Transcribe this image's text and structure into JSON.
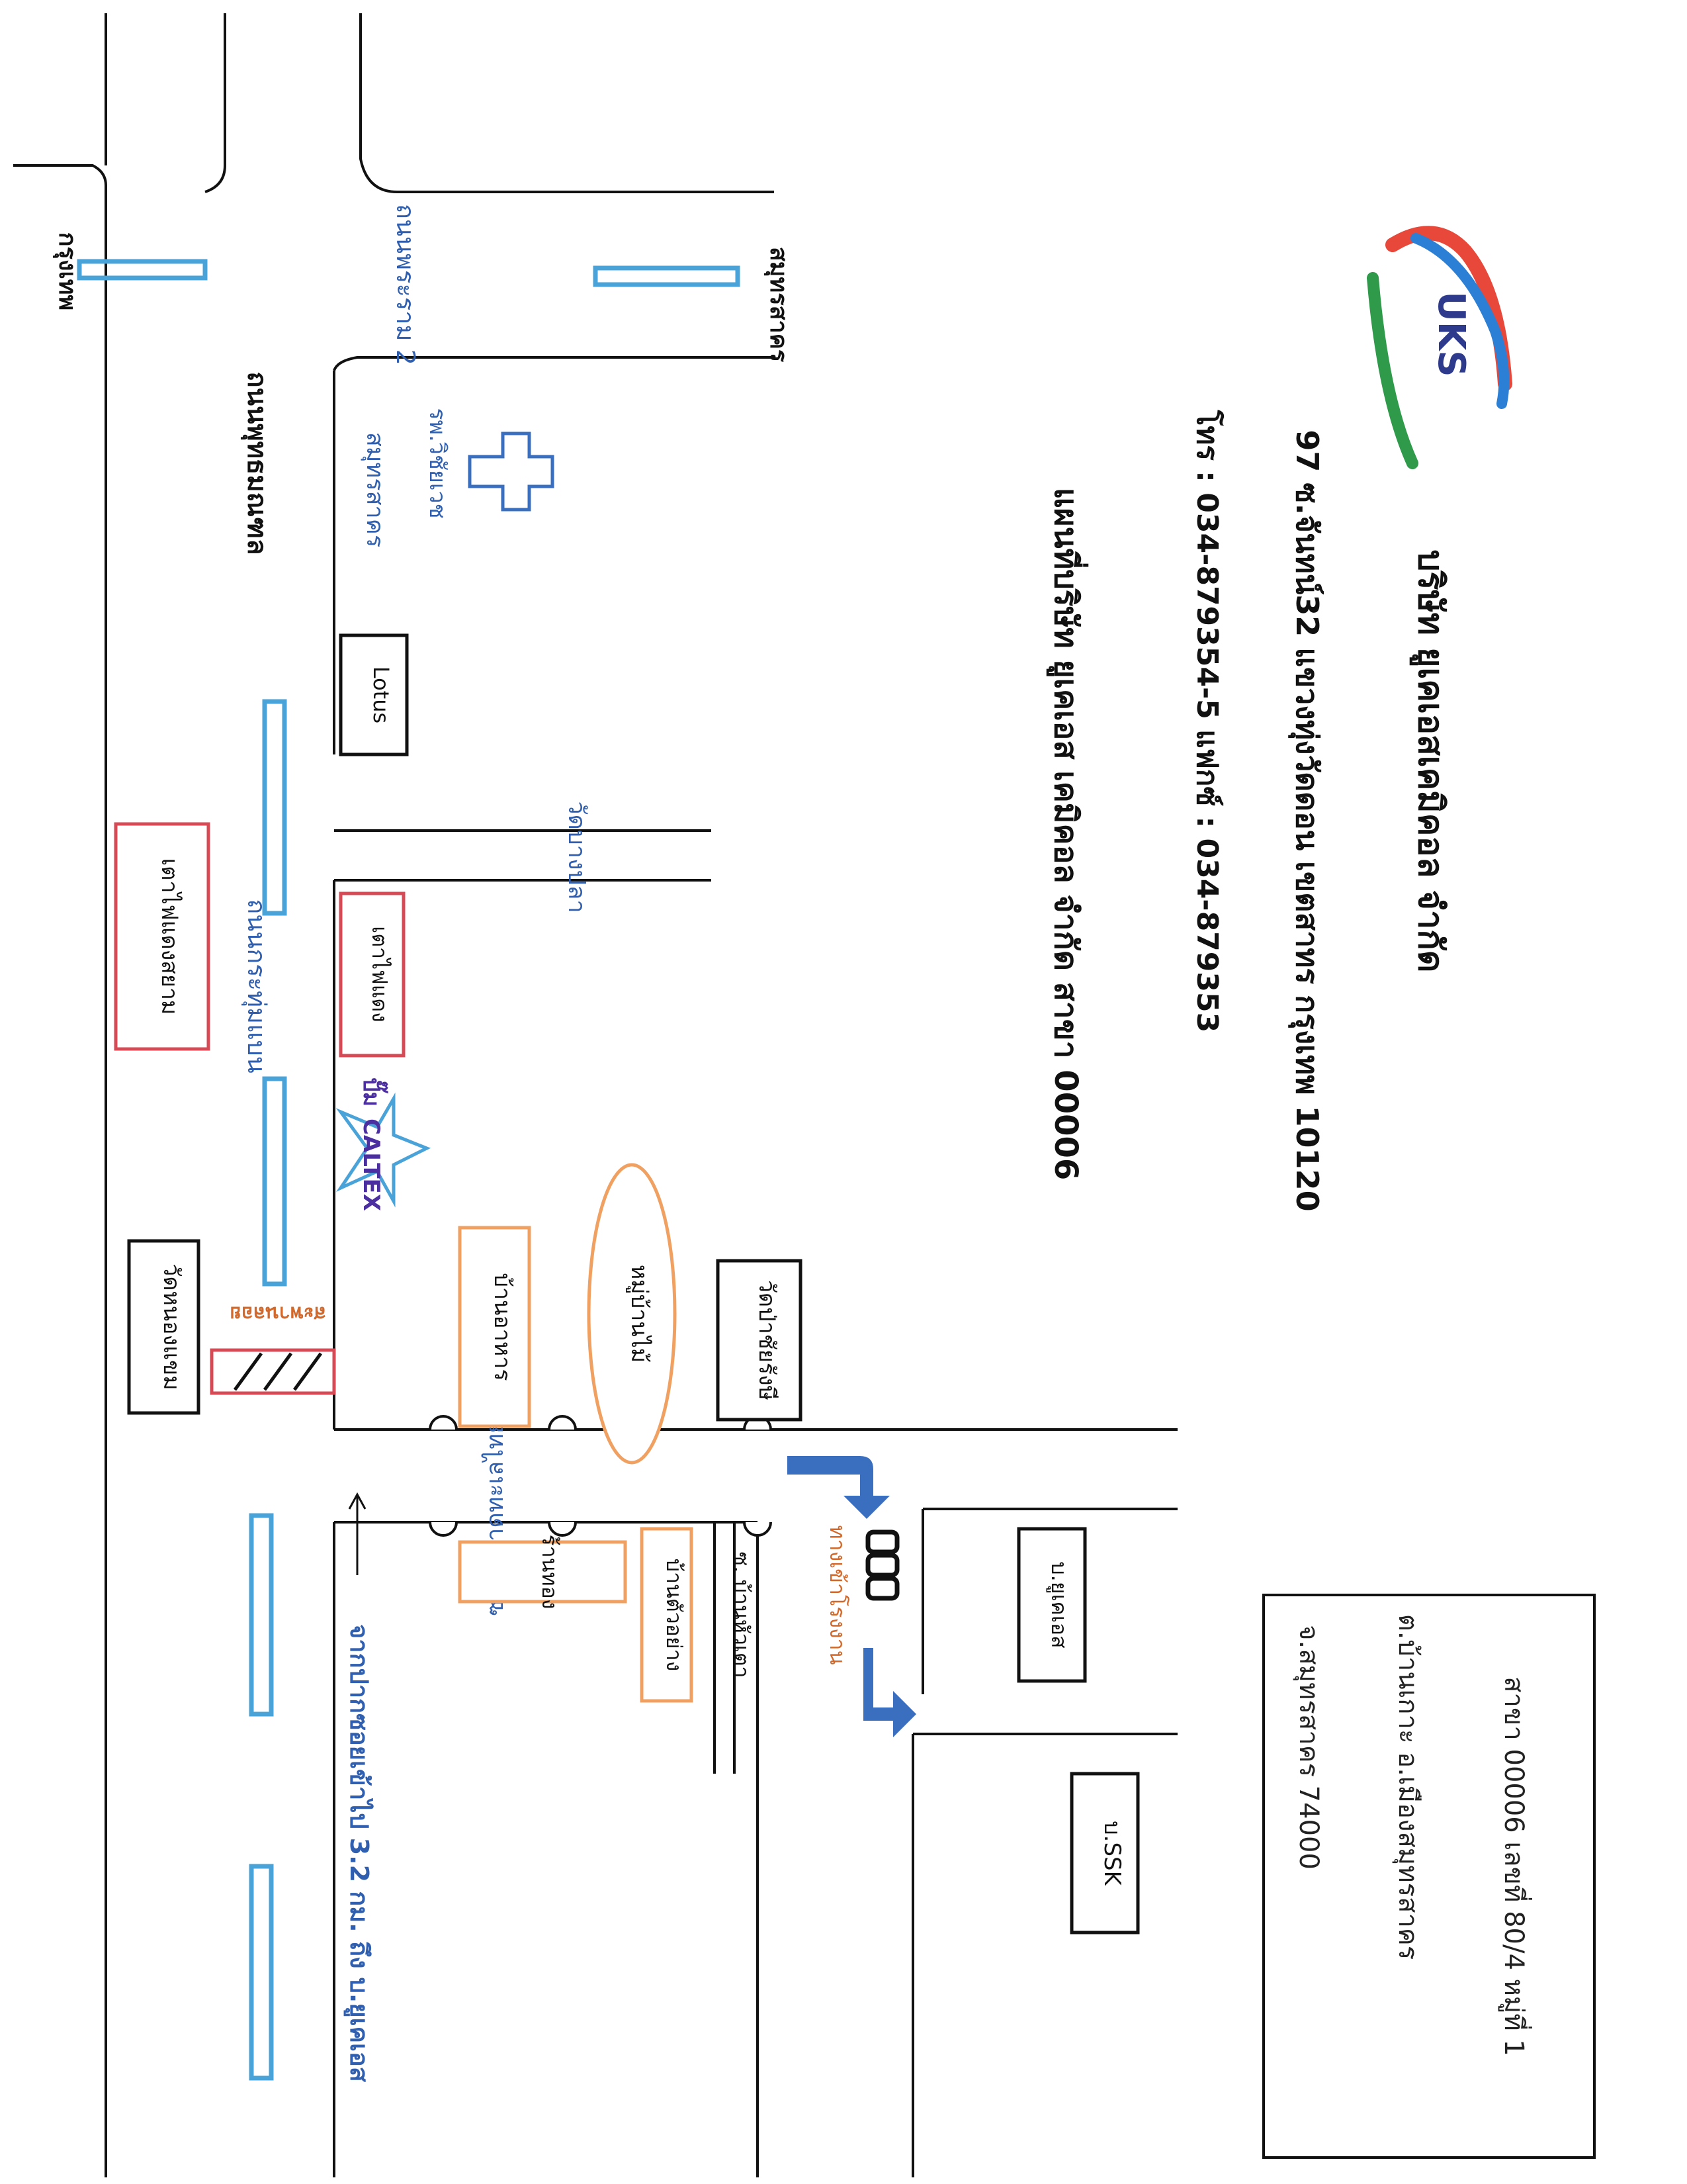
{
  "company": {
    "logo_text": "UKS",
    "name": "บริษัท ยูเคเอสเคมิคอล จำกัด",
    "address": "97 ซ.จันทน์32 แขวงทุ่งวัดดอน เขตสาทร กรุงเทพ 10120",
    "phone_fax": "โทร : 034-879354-5   แฟกซ์ : 034-879353",
    "map_title": "แผนที่บริษัท ยูเคเอส เคมิคอล จำกัด  สาขา 00006"
  },
  "branch_box": {
    "line1": "สาขา  00006  เลขที่ 80/4    หมู่ที่ 1",
    "line2": "ต.บ้านเกาะ  อ.เมืองสมุทรสาคร",
    "line3": "จ.สมุทรสาคร  74000"
  },
  "roads": {
    "krungthep": "กรุงเทพ",
    "samut_sakhon_top": "สมุทรสาคร",
    "rama2_road": "ถนนพระราม 2",
    "phuttha_road": "ถนนพุทธมณฑล",
    "samutsakhon_label": "สมุทรสาคร",
    "kratumban_road": "ถนนกระทุ่มแบน",
    "soi_name": "ซอยตลาดทะเลไทย-พันธ์สัย",
    "wat_bang_soi": "วัดบางปลา",
    "ban_hua_tao_soi": "ซ. บ้านหัวเตา"
  },
  "landmarks": {
    "hospital": "รพ.วิชัยเวช",
    "lotus": "Lotus",
    "wat_bang_pla": "วัดบางปลา",
    "tao_fai_1": "เตาไฟแดง",
    "tao_fai_2": "เตาไฟแดงสยาม",
    "caltex_pump": "ปั๊ม",
    "caltex": "CALTEX",
    "wat_kong": "วัดหนองแขม",
    "crosswalk": "สะพานลอย",
    "food_shop_1": "บ้านอาหาร",
    "village": "หมู่บ้านไม้",
    "wat_chai": "วัดป่าชัยรังษี",
    "shop_soi": "ร้านทอง",
    "food_shop_2": "บ้านตัวอย่าง",
    "entrance": "ทางเข้าโรงงาน",
    "uks_factory": "บ.ยูเคเอส",
    "ssk": "บ.SSK",
    "from_km": "จากปากซอยเข้าไป  3.2 กม. ถึง บ.ยูเคเอส"
  },
  "colors": {
    "road": "#111111",
    "median": "#4aa3d8",
    "red_box": "#d64a55",
    "orange_box": "#f0a060",
    "blue_text": "#2f5fae",
    "arrow_blue": "#3a6fc0",
    "logo_red": "#e8483a",
    "logo_green": "#2e9a4a",
    "logo_blue": "#2b7fd4"
  }
}
